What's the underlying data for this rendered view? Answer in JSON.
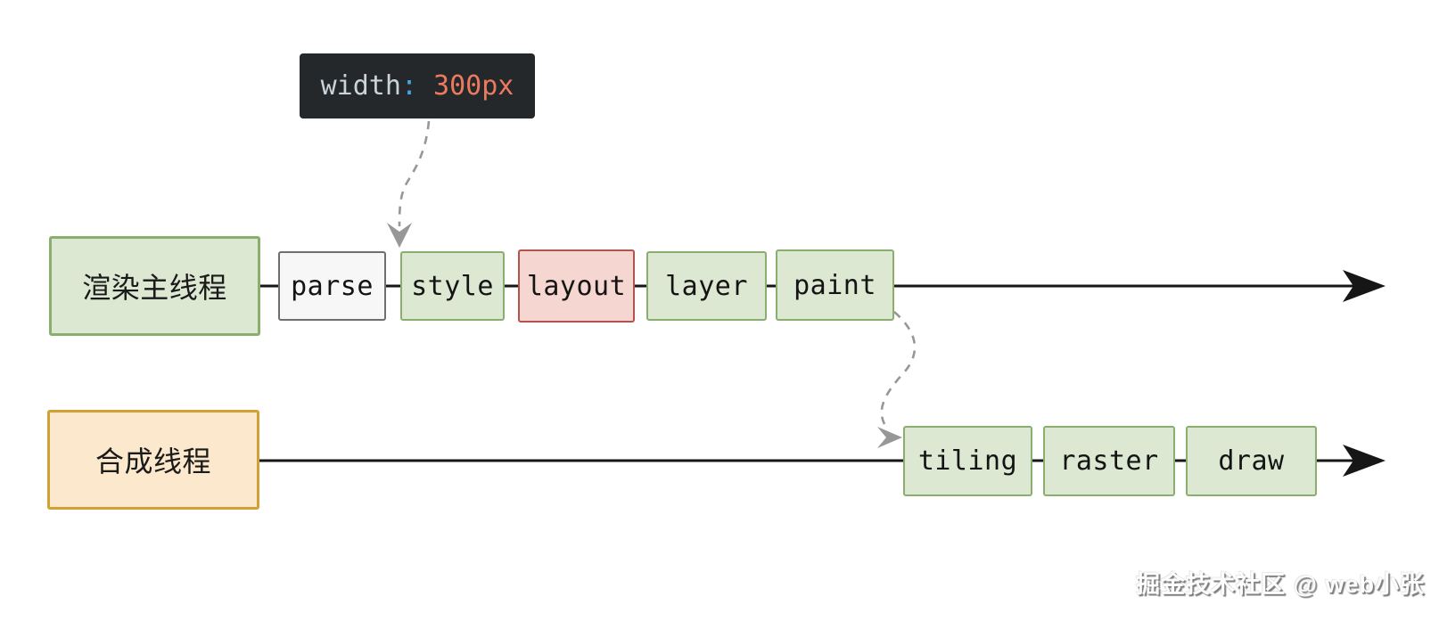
{
  "code_tooltip": {
    "property": "width",
    "colon": ":",
    "value": " 300px"
  },
  "main_thread": {
    "label": "渲染主线程",
    "steps": [
      {
        "label": "parse",
        "variant": "neutral"
      },
      {
        "label": "style",
        "variant": "green"
      },
      {
        "label": "layout",
        "variant": "red"
      },
      {
        "label": "layer",
        "variant": "green"
      },
      {
        "label": "paint",
        "variant": "green"
      }
    ]
  },
  "compositor_thread": {
    "label": "合成线程",
    "steps": [
      {
        "label": "tiling",
        "variant": "green"
      },
      {
        "label": "raster",
        "variant": "green"
      },
      {
        "label": "draw",
        "variant": "green"
      }
    ]
  },
  "watermark": "掘金技术社区 @ web小张",
  "colors": {
    "step_green_fill": "#dce8d2",
    "step_green_border": "#8aae6d",
    "step_neutral_fill": "#f7f7f7",
    "step_neutral_border": "#6f6f6f",
    "step_red_fill": "#f6d6d0",
    "step_red_border": "#b3544c",
    "lane_orange_fill": "#fce9cd",
    "lane_orange_border": "#d2a033",
    "code_background": "#24282b",
    "code_property_color": "#c9d4da",
    "code_colon_color": "#41a7e5",
    "code_value_color": "#ec7a5f",
    "timeline_arrow_color": "#161616",
    "dashed_arrow_color": "#979797"
  }
}
